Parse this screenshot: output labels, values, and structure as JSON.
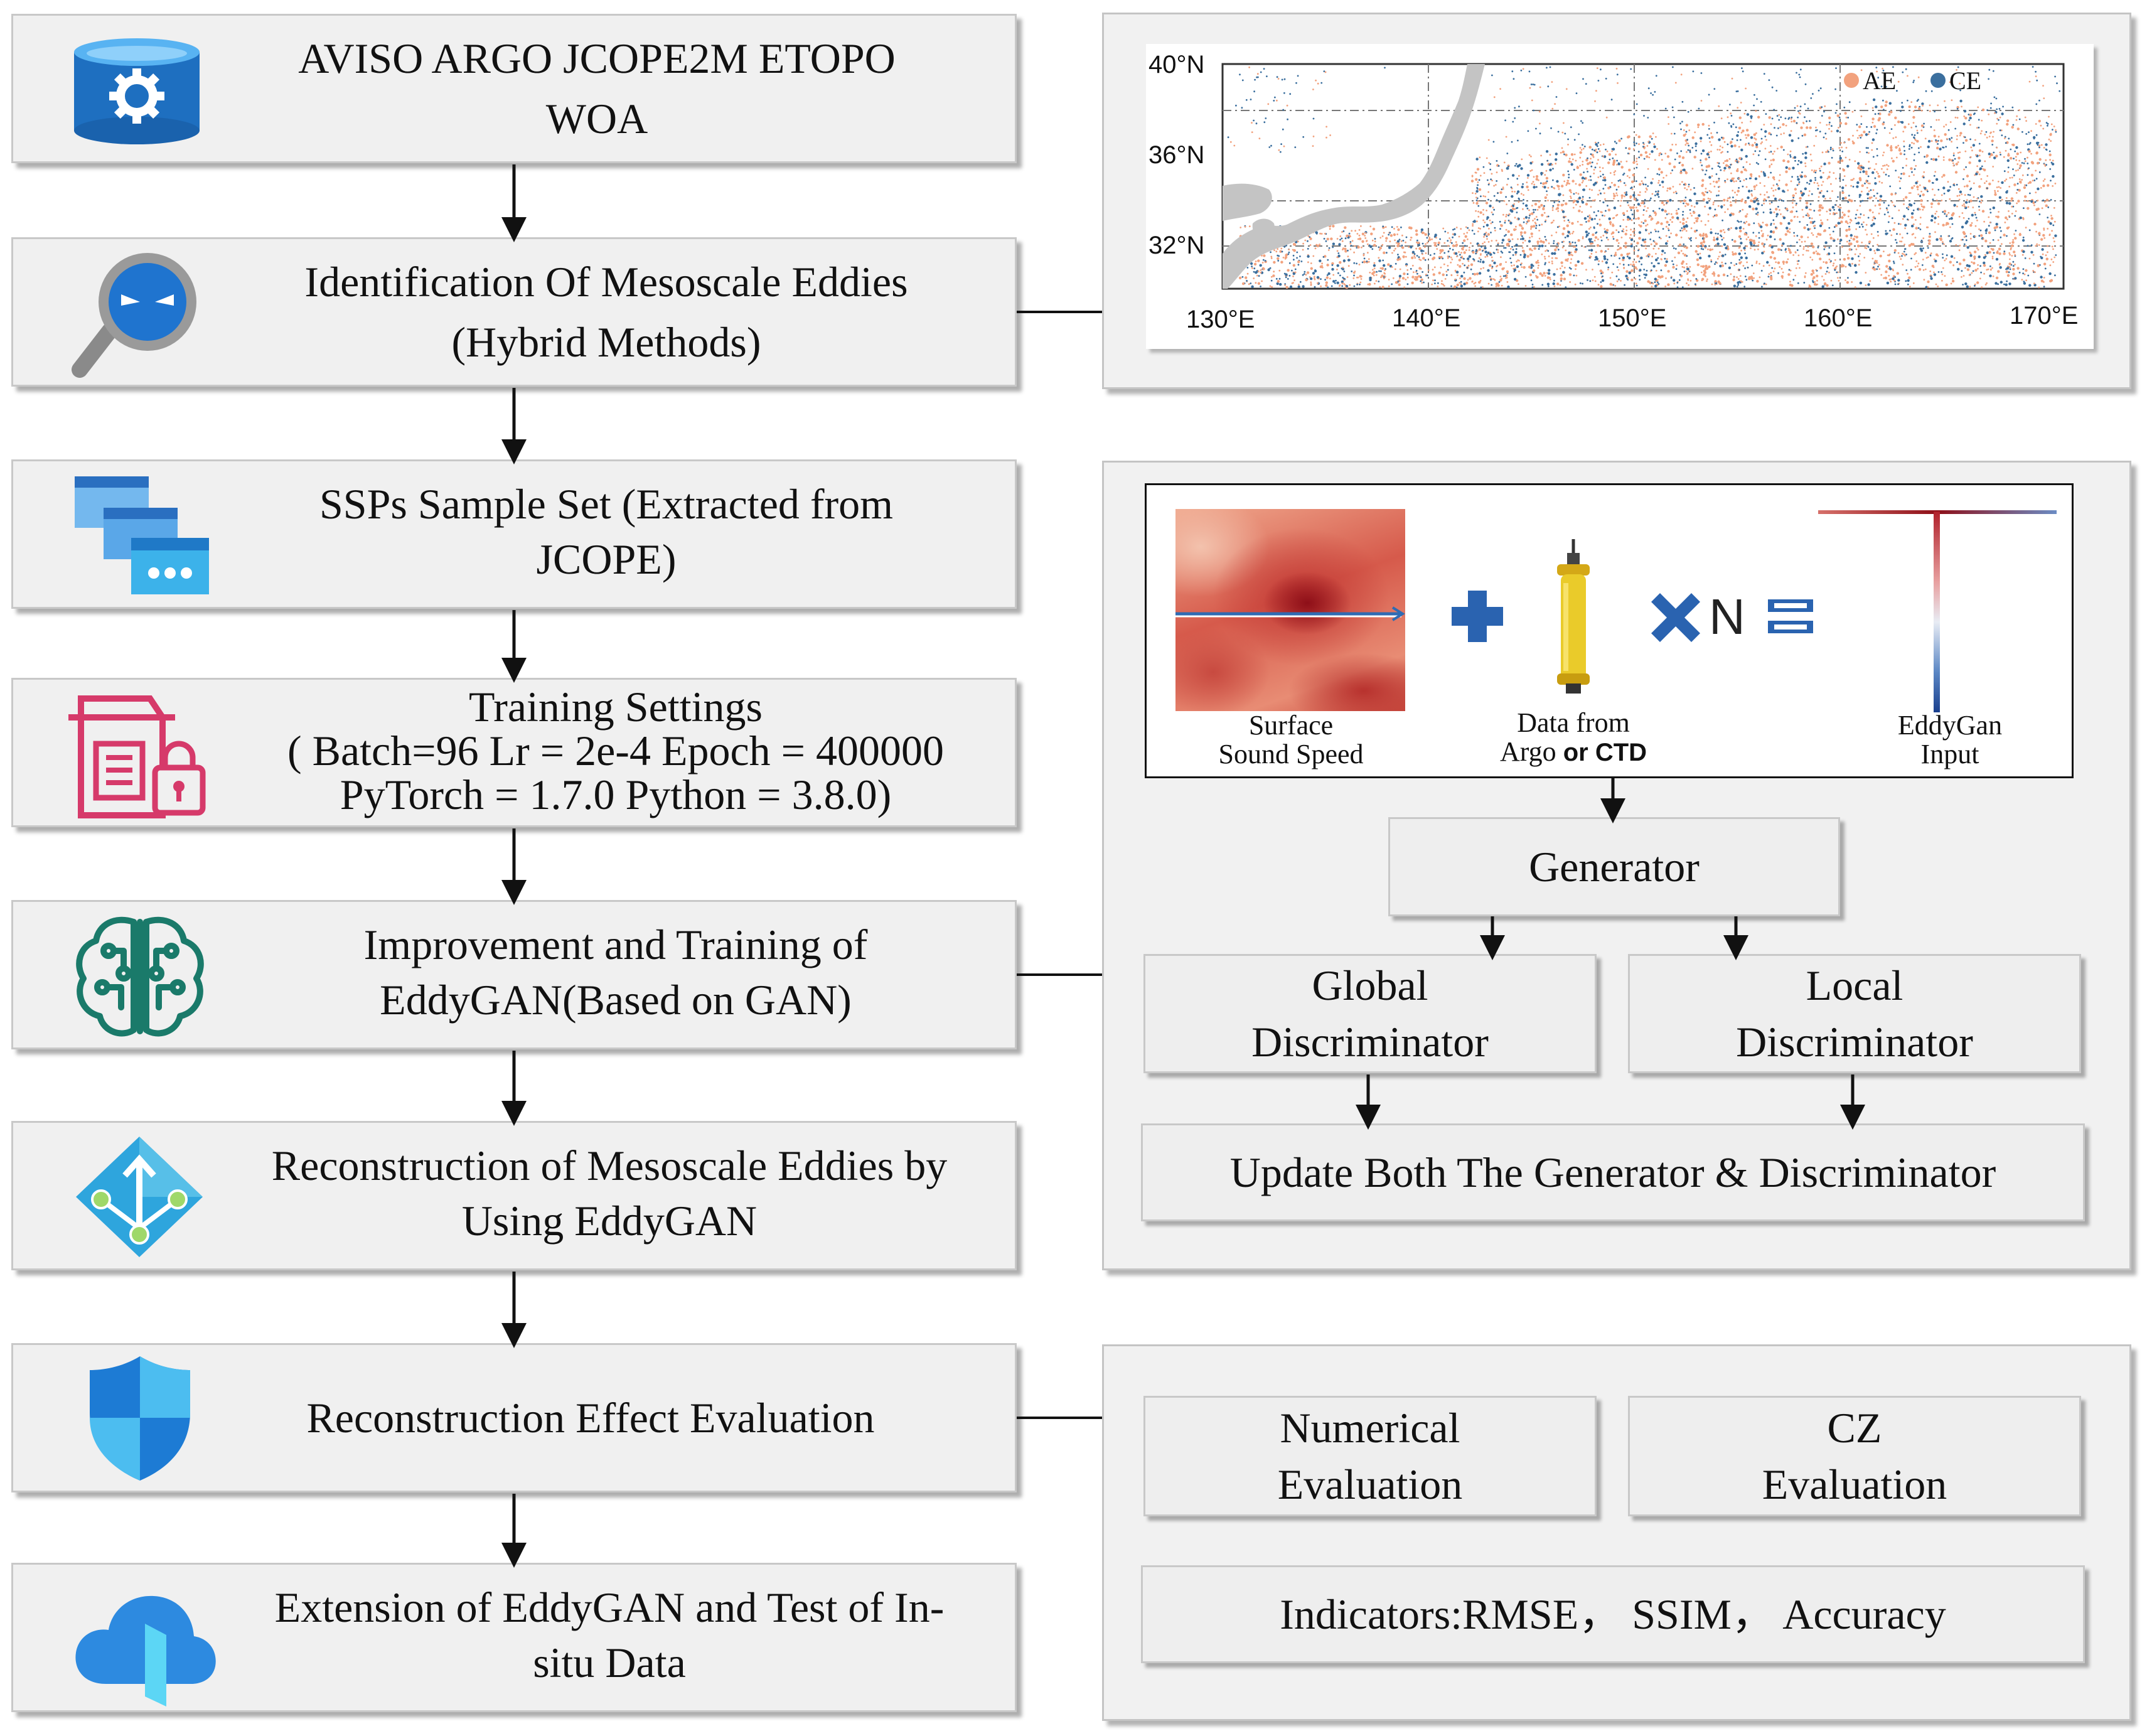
{
  "steps": [
    {
      "line1": "AVISO ARGO JCOPE2M ETOPO",
      "line2": "WOA"
    },
    {
      "line1": "Identification Of Mesoscale Eddies",
      "line2": "(Hybrid Methods)"
    },
    {
      "line1": "SSPs Sample Set (Extracted from",
      "line2": "JCOPE)"
    },
    {
      "line1": "Training Settings",
      "line2": "( Batch=96  Lr = 2e-4 Epoch = 400000",
      "line3": "PyTorch = 1.7.0 Python = 3.8.0)"
    },
    {
      "line1": "Improvement and Training of",
      "line2": "EddyGAN(Based on GAN)"
    },
    {
      "line1": "Reconstruction of Mesoscale Eddies by",
      "line2": "Using EddyGAN"
    },
    {
      "line1": "Reconstruction Effect Evaluation"
    },
    {
      "line1": "Extension of EddyGAN and Test of In-",
      "line2": "situ Data"
    }
  ],
  "map": {
    "lat_labels": [
      "40°N",
      "36°N",
      "32°N"
    ],
    "lon_labels": [
      "130°E",
      "140°E",
      "150°E",
      "160°E",
      "170°E"
    ],
    "legend": [
      {
        "label": "AE",
        "color": "#f2a27e"
      },
      {
        "label": "CE",
        "color": "#3b6f9e"
      }
    ]
  },
  "training_panel": {
    "surface_label_1": "Surface",
    "surface_label_2": "Sound Speed",
    "argo_label_1": "Data from",
    "argo_label_2": "Argo",
    "argo_label_or": " or CTD",
    "n_symbol": "N",
    "eddygan_label_1": "EddyGan",
    "eddygan_label_2": "Input",
    "generator": "Generator",
    "global_disc_1": "Global",
    "global_disc_2": "Discriminator",
    "local_disc_1": "Local",
    "local_disc_2": "Discriminator",
    "update": "Update Both The Generator & Discriminator"
  },
  "evaluation_panel": {
    "numerical_1": "Numerical",
    "numerical_2": "Evaluation",
    "cz_1": "CZ",
    "cz_2": "Evaluation",
    "indicators": "Indicators:RMSE， SSIM， Accuracy"
  },
  "icons": [
    "database-icon",
    "search-icon",
    "windows-icon",
    "lock-document-icon",
    "brain-circuit-icon",
    "branch-icon",
    "shield-icon",
    "cloud-icon"
  ],
  "colors": {
    "accent_blue": "#1e73c8",
    "argo_yellow": "#e8c21a",
    "plus_blue": "#2a63b0",
    "pink": "#d63a6a",
    "teal": "#1a7a6a"
  }
}
